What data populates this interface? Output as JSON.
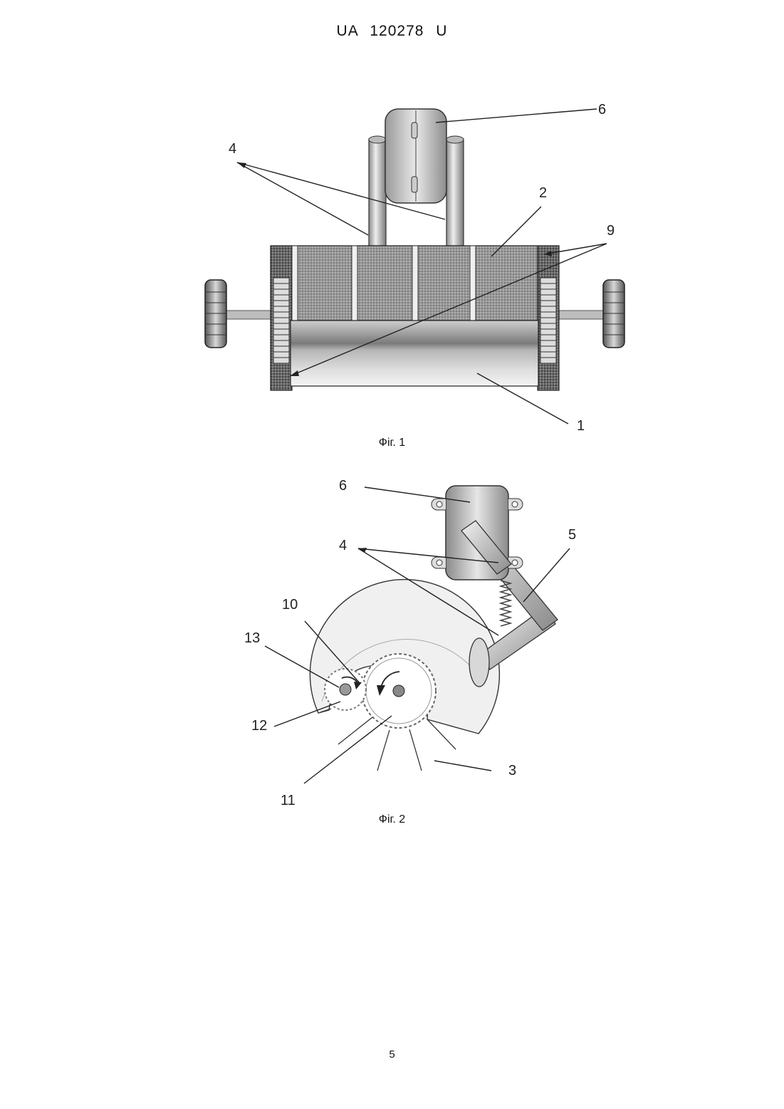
{
  "header": {
    "patent_number": "UA   120278   U"
  },
  "figure1": {
    "caption": "Фіг. 1",
    "labels": {
      "l1": "1",
      "l2": "2",
      "l4": "4",
      "l6": "6",
      "l9": "9"
    }
  },
  "figure2": {
    "caption": "Фіг. 2",
    "labels": {
      "l3": "3",
      "l4": "4",
      "l5": "5",
      "l6": "6",
      "l10": "10",
      "l11": "11",
      "l12": "12",
      "l13": "13"
    }
  },
  "footer": {
    "page_number": "5"
  }
}
